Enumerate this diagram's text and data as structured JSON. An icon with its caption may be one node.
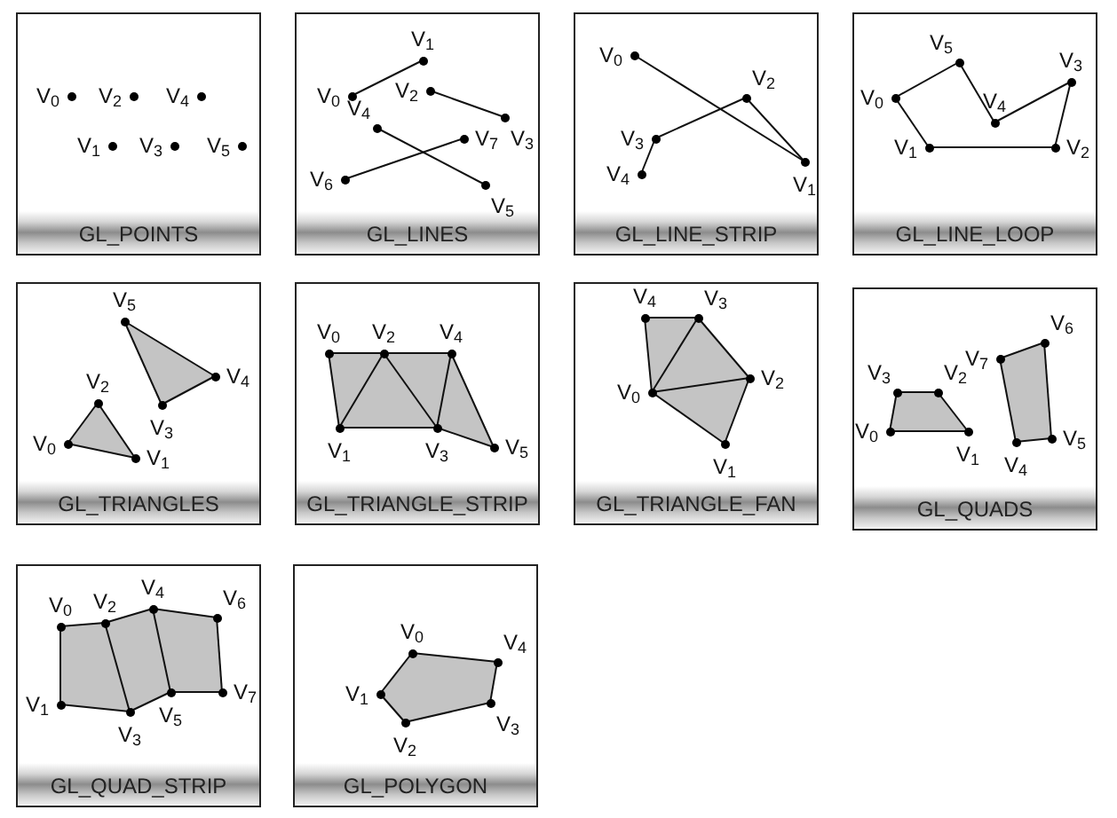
{
  "diagram": {
    "nodes": [
      {
        "text": [
          "GL_POINTS"
        ]
      },
      {
        "text": [
          "V$_{0}$"
        ],
        "in": 0
      },
      {
        "text": [
          "V$_{1}$"
        ],
        "in": 0
      },
      {
        "text": [
          "V$_{2}$"
        ],
        "in": 0
      },
      {
        "text": [
          "V$_{3}$"
        ],
        "in": 0
      },
      {
        "text": [
          "V$_{4}$"
        ],
        "in": 0
      },
      {
        "text": [
          "V$_{5}$"
        ],
        "in": 0
      },
      {
        "text": [
          "GL_LINES"
        ]
      },
      {
        "text": [
          "V$_{0}$"
        ],
        "in": 7
      },
      {
        "text": [
          "V$_{1}$"
        ],
        "in": 7
      },
      {
        "text": [
          "V$_{2}$"
        ],
        "in": 7
      },
      {
        "text": [
          "V$_{3}$"
        ],
        "in": 7
      },
      {
        "text": [
          "V$_{4}$"
        ],
        "in": 7
      },
      {
        "text": [
          "V$_{5}$"
        ],
        "in": 7
      },
      {
        "text": [
          "V$_{6}$"
        ],
        "in": 7
      },
      {
        "text": [
          "V$_{7}$"
        ],
        "in": 7
      },
      {
        "text": [
          "GL_LINE_STRIP"
        ]
      },
      {
        "text": [
          "V$_{0}$"
        ],
        "in": 16
      },
      {
        "text": [
          "V$_{1}$"
        ],
        "in": 16
      },
      {
        "text": [
          "V$_{2}$"
        ],
        "in": 16
      },
      {
        "text": [
          "V$_{3}$"
        ],
        "in": 16
      },
      {
        "text": [
          "V$_{4}$"
        ],
        "in": 16
      },
      {
        "text": [
          "GL_LINE_LOOP"
        ]
      },
      {
        "text": [
          "V$_{0}$"
        ],
        "in": 22
      },
      {
        "text": [
          "V$_{1}$"
        ],
        "in": 22
      },
      {
        "text": [
          "V$_{2}$"
        ],
        "in": 22
      },
      {
        "text": [
          "V$_{3}$"
        ],
        "in": 22
      },
      {
        "text": [
          "V$_{4}$"
        ],
        "in": 22
      },
      {
        "text": [
          "V$_{5}$"
        ],
        "in": 22
      },
      {
        "text": [
          "GL_TRIANGLES"
        ]
      },
      {
        "text": [
          "V$_{0}$"
        ],
        "in": 29
      },
      {
        "text": [
          "V$_{1}$"
        ],
        "in": 29
      },
      {
        "text": [
          "V$_{2}$"
        ],
        "in": 29
      },
      {
        "text": [
          "V$_{3}$"
        ],
        "in": 29
      },
      {
        "text": [
          "V$_{4}$"
        ],
        "in": 29
      },
      {
        "text": [
          "V$_{5}$"
        ],
        "in": 29
      },
      {
        "text": [
          "GL_TRIANGLE_STRIP"
        ]
      },
      {
        "text": [
          "V$_{0}$"
        ],
        "in": 36
      },
      {
        "text": [
          "V$_{1}$"
        ],
        "in": 36
      },
      {
        "text": [
          "V$_{2}$"
        ],
        "in": 36
      },
      {
        "text": [
          "V$_{3}$"
        ],
        "in": 36
      },
      {
        "text": [
          "V$_{4}$"
        ],
        "in": 36
      },
      {
        "text": [
          "V$_{5}$"
        ],
        "in": 36
      },
      {
        "text": [
          "GL_TRIANGLE_FAN"
        ]
      },
      {
        "text": [
          "V$_{0}$"
        ],
        "in": 43
      },
      {
        "text": [
          "V$_{1}$"
        ],
        "in": 43
      },
      {
        "text": [
          "V$_{2}$"
        ],
        "in": 43
      },
      {
        "text": [
          "V$_{3}$"
        ],
        "in": 43
      },
      {
        "text": [
          "V$_{4}$"
        ],
        "in": 43
      },
      {
        "text": [
          "GL_QUADS"
        ]
      },
      {
        "text": [
          "V$_{0}$"
        ],
        "in": 49
      },
      {
        "text": [
          "V$_{1}$"
        ],
        "in": 49
      },
      {
        "text": [
          "V$_{2}$"
        ],
        "in": 49
      },
      {
        "text": [
          "V$_{3}$"
        ],
        "in": 49
      },
      {
        "text": [
          "V$_{4}$"
        ],
        "in": 49
      },
      {
        "text": [
          "V$_{5}$"
        ],
        "in": 49
      },
      {
        "text": [
          "V$_{6}$"
        ],
        "in": 49
      },
      {
        "text": [
          "V$_{7}$"
        ],
        "in": 49
      },
      {
        "text": [
          "GL_QUAD_STRIP"
        ]
      },
      {
        "text": [
          "V$_{0}$"
        ],
        "in": 58
      },
      {
        "text": [
          "V$_{1}$"
        ],
        "in": 58
      },
      {
        "text": [
          "V$_{2}$"
        ],
        "in": 58
      },
      {
        "text": [
          "V$_{3}$"
        ],
        "in": 58
      },
      {
        "text": [
          "V$_{4}$"
        ],
        "in": 58
      },
      {
        "text": [
          "V$_{5}$"
        ],
        "in": 58
      },
      {
        "text": [
          "V$_{6}$"
        ],
        "in": 58
      },
      {
        "text": [
          "V$_{7}$"
        ],
        "in": 58
      },
      {
        "text": [
          "GL_POLYGON"
        ]
      },
      {
        "text": [
          "V$_{0}$"
        ],
        "in": 67
      },
      {
        "text": [
          "V$_{1}$"
        ],
        "in": 67
      },
      {
        "text": [
          "V$_{2}$"
        ],
        "in": 67
      },
      {
        "text": [
          "V$_{3}$"
        ],
        "in": 67
      },
      {
        "text": [
          "V$_{4}$"
        ],
        "in": 67
      }
    ],
    "edges": [
      {
        "from": 8,
        "to": 9,
        "arrow": "none"
      },
      {
        "from": 10,
        "to": 11,
        "arrow": "none"
      },
      {
        "from": 12,
        "to": 13,
        "arrow": "none"
      },
      {
        "from": 14,
        "to": 15,
        "arrow": "none"
      },
      {
        "from": 17,
        "to": 18,
        "arrow": "none"
      },
      {
        "from": 18,
        "to": 19,
        "arrow": "none"
      },
      {
        "from": 19,
        "to": 20,
        "arrow": "none"
      },
      {
        "from": 20,
        "to": 21,
        "arrow": "none"
      },
      {
        "from": 23,
        "to": 24,
        "arrow": "none"
      },
      {
        "from": 24,
        "to": 25,
        "arrow": "none"
      },
      {
        "from": 25,
        "to": 26,
        "arrow": "none"
      },
      {
        "from": 26,
        "to": 27,
        "arrow": "none"
      },
      {
        "from": 27,
        "to": 28,
        "arrow": "none"
      },
      {
        "from": 28,
        "to": 23,
        "arrow": "none"
      },
      {
        "from": 30,
        "to": 31,
        "arrow": "none"
      },
      {
        "from": 31,
        "to": 32,
        "arrow": "none"
      },
      {
        "from": 32,
        "to": 30,
        "arrow": "none"
      },
      {
        "from": 33,
        "to": 34,
        "arrow": "none"
      },
      {
        "from": 34,
        "to": 35,
        "arrow": "none"
      },
      {
        "from": 35,
        "to": 33,
        "arrow": "none"
      },
      {
        "from": 37,
        "to": 39,
        "arrow": "none"
      },
      {
        "from": 39,
        "to": 41,
        "arrow": "none"
      },
      {
        "from": 38,
        "to": 40,
        "arrow": "none"
      },
      {
        "from": 37,
        "to": 38,
        "arrow": "none"
      },
      {
        "from": 38,
        "to": 39,
        "arrow": "none"
      },
      {
        "from": 39,
        "to": 40,
        "arrow": "none"
      },
      {
        "from": 40,
        "to": 41,
        "arrow": "none"
      },
      {
        "from": 41,
        "to": 42,
        "arrow": "none"
      },
      {
        "from": 40,
        "to": 42,
        "arrow": "none"
      },
      {
        "from": 44,
        "to": 45,
        "arrow": "none"
      },
      {
        "from": 45,
        "to": 46,
        "arrow": "none"
      },
      {
        "from": 44,
        "to": 46,
        "arrow": "none"
      },
      {
        "from": 46,
        "to": 47,
        "arrow": "none"
      },
      {
        "from": 44,
        "to": 47,
        "arrow": "none"
      },
      {
        "from": 47,
        "to": 48,
        "arrow": "none"
      },
      {
        "from": 48,
        "to": 44,
        "arrow": "none"
      },
      {
        "from": 50,
        "to": 51,
        "arrow": "none"
      },
      {
        "from": 51,
        "to": 52,
        "arrow": "none"
      },
      {
        "from": 52,
        "to": 53,
        "arrow": "none"
      },
      {
        "from": 53,
        "to": 50,
        "arrow": "none"
      },
      {
        "from": 54,
        "to": 55,
        "arrow": "none"
      },
      {
        "from": 55,
        "to": 56,
        "arrow": "none"
      },
      {
        "from": 56,
        "to": 57,
        "arrow": "none"
      },
      {
        "from": 57,
        "to": 54,
        "arrow": "none"
      },
      {
        "from": 59,
        "to": 60,
        "arrow": "none"
      },
      {
        "from": 60,
        "to": 62,
        "arrow": "none"
      },
      {
        "from": 62,
        "to": 61,
        "arrow": "none"
      },
      {
        "from": 61,
        "to": 59,
        "arrow": "none"
      },
      {
        "from": 61,
        "to": 63,
        "arrow": "none"
      },
      {
        "from": 62,
        "to": 64,
        "arrow": "none"
      },
      {
        "from": 63,
        "to": 64,
        "arrow": "none"
      },
      {
        "from": 63,
        "to": 65,
        "arrow": "none"
      },
      {
        "from": 65,
        "to": 66,
        "arrow": "none"
      },
      {
        "from": 66,
        "to": 64,
        "arrow": "none"
      },
      {
        "from": 68,
        "to": 72,
        "arrow": "none"
      },
      {
        "from": 72,
        "to": 71,
        "arrow": "none"
      },
      {
        "from": 71,
        "to": 70,
        "arrow": "none"
      },
      {
        "from": 70,
        "to": 69,
        "arrow": "none"
      },
      {
        "from": 69,
        "to": 68,
        "arrow": "none"
      }
    ]
  }
}
